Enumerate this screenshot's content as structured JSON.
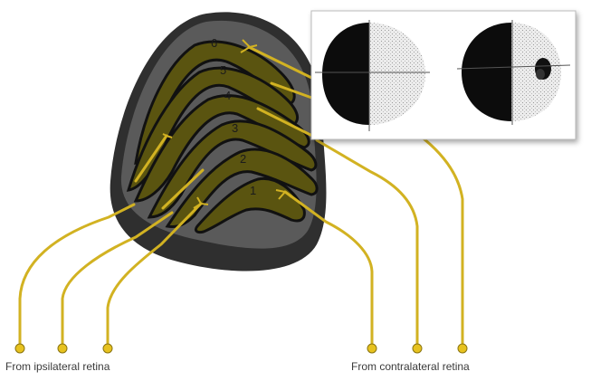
{
  "diagram": {
    "layers": [
      {
        "number": "1"
      },
      {
        "number": "2"
      },
      {
        "number": "3"
      },
      {
        "number": "4"
      },
      {
        "number": "5"
      },
      {
        "number": "6"
      }
    ],
    "captions": {
      "ipsilateral": "From ipsilateral retina",
      "contralateral": "From contralateral retina"
    },
    "inset": {
      "panels": [
        "visual-field-hemianopia",
        "visual-field-scotoma"
      ]
    },
    "colors": {
      "nucleus_outer": "#2f2f2f",
      "nucleus_inner": "#5a5a5a",
      "layer_fill": "#5a5410",
      "layer_stroke": "#111111",
      "fiber": "#d2b222",
      "terminal": "#e7c21f"
    }
  }
}
